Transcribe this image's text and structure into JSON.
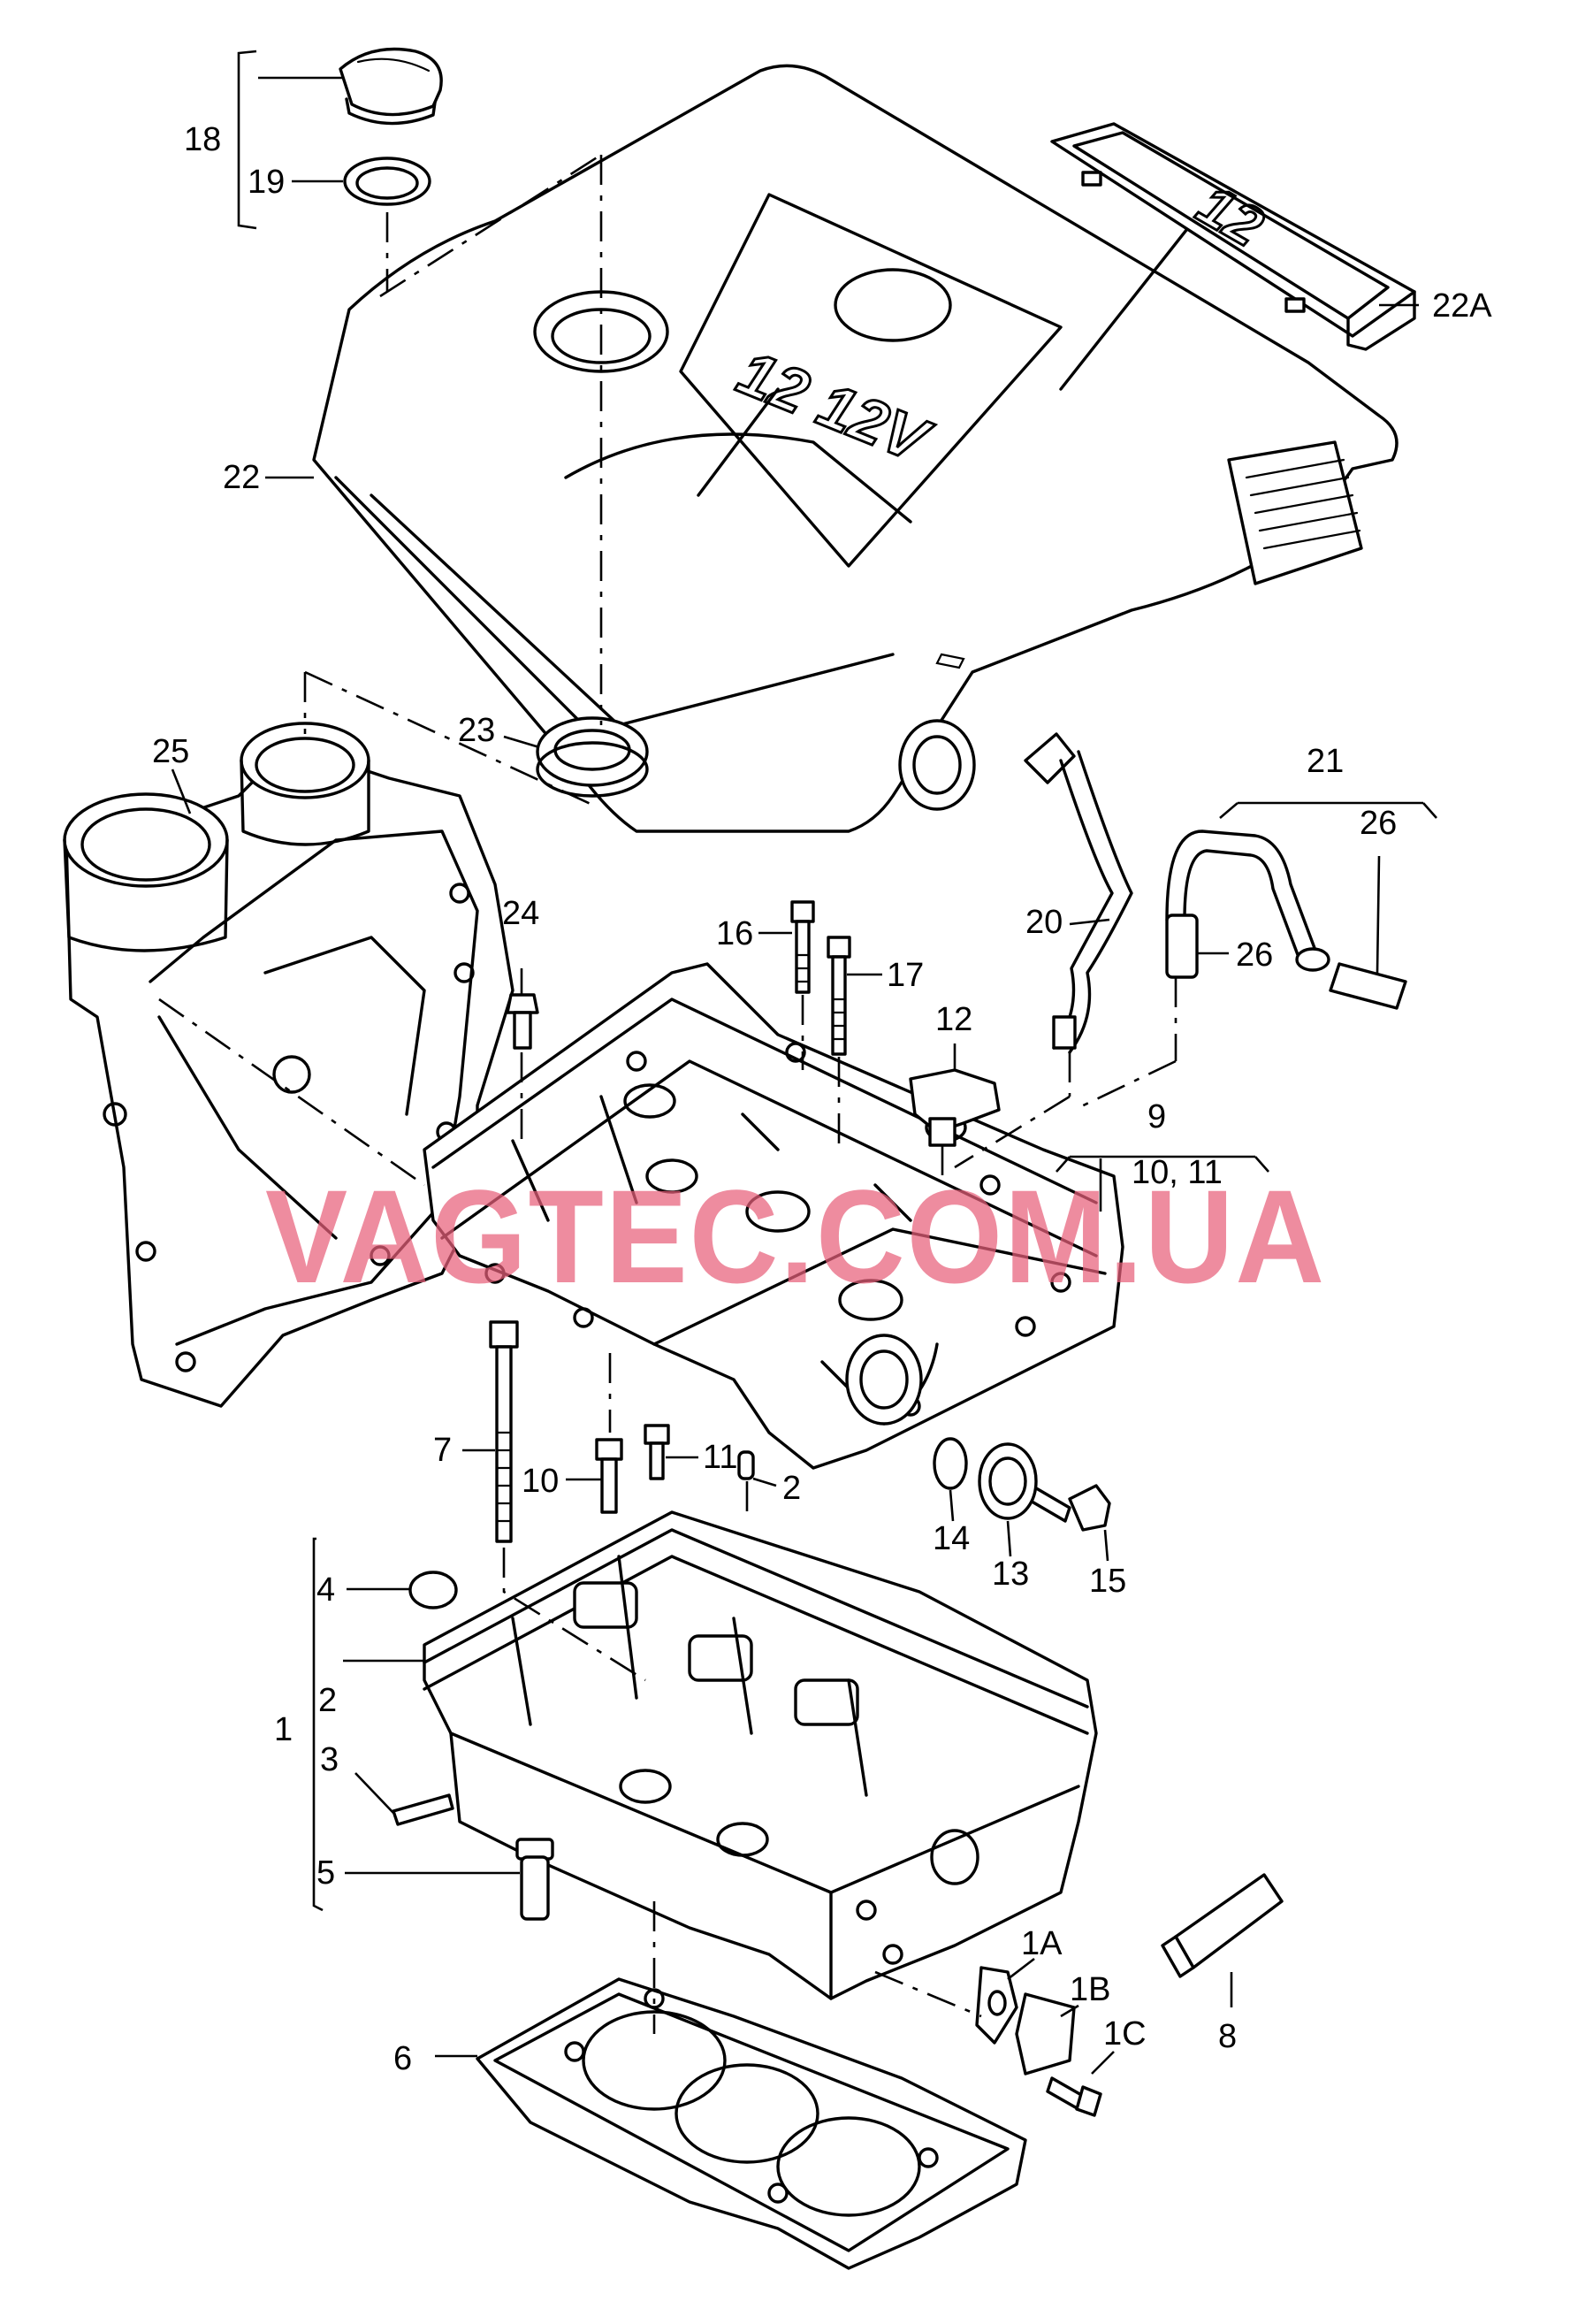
{
  "watermark": "VAGTEC.COM.UA",
  "cover_emblem": "12 12V",
  "badge_emblem": "12",
  "labels": {
    "l18": "18",
    "l19": "19",
    "l22A": "22A",
    "l22": "22",
    "l23": "23",
    "l25": "25",
    "l21": "21",
    "l26a": "26",
    "l26b": "26",
    "l24": "24",
    "l16": "16",
    "l17": "17",
    "l20": "20",
    "l12": "12",
    "l9": "9",
    "l1011": "10, 11",
    "l7": "7",
    "l10": "10",
    "l11": "11",
    "l2a": "2",
    "l14": "14",
    "l13": "13",
    "l15": "15",
    "l4": "4",
    "l2b": "2",
    "l1": "1",
    "l3": "3",
    "l5": "5",
    "l6": "6",
    "l1A": "1A",
    "l1B": "1B",
    "l1C": "1C",
    "l8": "8"
  }
}
